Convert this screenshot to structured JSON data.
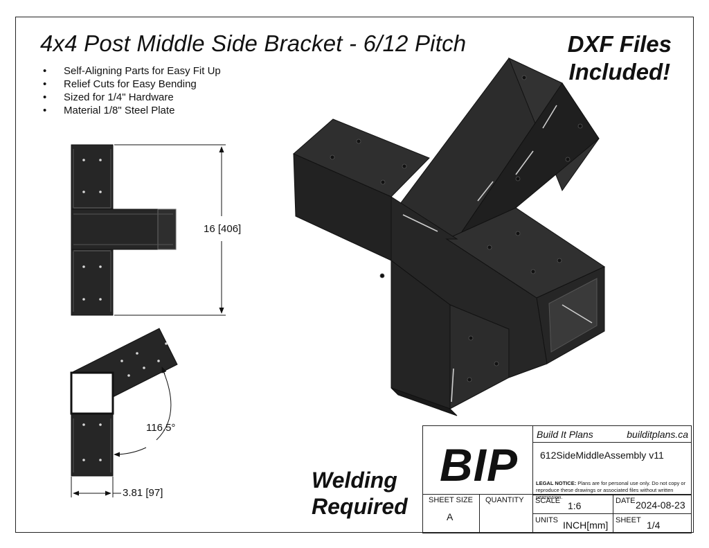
{
  "title": "4x4 Post Middle Side Bracket - 6/12 Pitch",
  "dxf_notice": [
    "DXF Files",
    "Included!"
  ],
  "features": [
    "Self-Aligning Parts for Easy Fit Up",
    "Relief Cuts for Easy Bending",
    "Sized for 1/4\" Hardware",
    "Material 1/8\" Steel Plate"
  ],
  "dimensions": {
    "height": "16 [406]",
    "angle": "116.5°",
    "width": "3.81 [97]"
  },
  "welding_notice": [
    "Welding",
    "Required"
  ],
  "title_block": {
    "company": "Build It Plans",
    "website": "builditplans.ca",
    "logo": "BIP",
    "part_name": "612SideMiddleAssembly v11",
    "legal_heading": "LEGAL NOTICE:",
    "legal_text": "Plans are for personal use only. Do not copy or reproduce these drawings or associated files without written permission.",
    "sheet_size_label": "SHEET SIZE",
    "sheet_size": "A",
    "quantity_label": "QUANTITY",
    "quantity": "",
    "scale_label": "SCALE",
    "scale": "1:6",
    "date_label": "DATE",
    "date": "2024-08-23",
    "units_label": "UNITS",
    "units": "INCH[mm]",
    "sheet_label": "SHEET",
    "sheet": "1/4"
  },
  "colors": {
    "steel": "#262626",
    "steel_edge": "#444444",
    "border": "#222222"
  }
}
